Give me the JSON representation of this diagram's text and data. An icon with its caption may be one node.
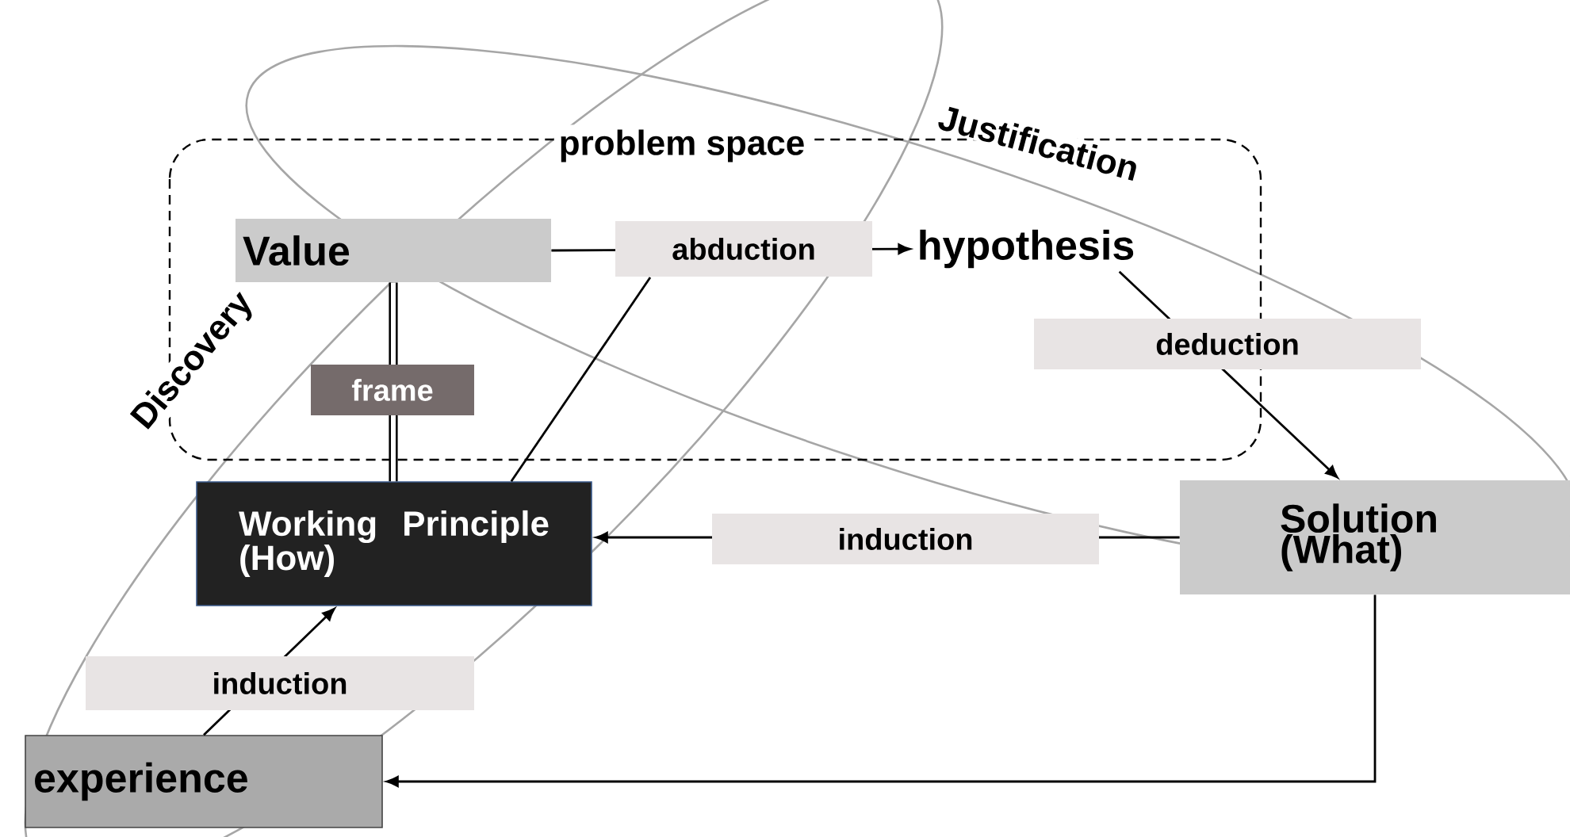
{
  "diagram": {
    "nodes": [
      {
        "text": [
          "problem space"
        ]
      },
      {
        "text": [
          "Value"
        ],
        "in": 0
      },
      {
        "text": [
          "hypothesis"
        ],
        "in": 0
      },
      {
        "text": [
          "Working Principle (How)"
        ]
      },
      {
        "text": [
          "Solution (What)"
        ]
      },
      {
        "text": [
          "experience"
        ]
      }
    ],
    "edges": [
      {
        "from": 1,
        "to": 2,
        "arrow": "to",
        "label": "abduction"
      },
      {
        "from": 1,
        "to": 3,
        "arrow": "none",
        "label": "frame",
        "style": "thick"
      },
      {
        "from": 3,
        "to": null,
        "arrow": "none"
      },
      {
        "from": 2,
        "to": 4,
        "arrow": "to",
        "label": "deduction"
      },
      {
        "from": 4,
        "to": 3,
        "arrow": "to",
        "label": "induction"
      },
      {
        "from": 5,
        "to": 3,
        "arrow": "to",
        "label": "induction"
      },
      {
        "from": 4,
        "to": 5,
        "arrow": "to"
      }
    ],
    "labels": [
      "Discovery",
      "Justification"
    ]
  }
}
